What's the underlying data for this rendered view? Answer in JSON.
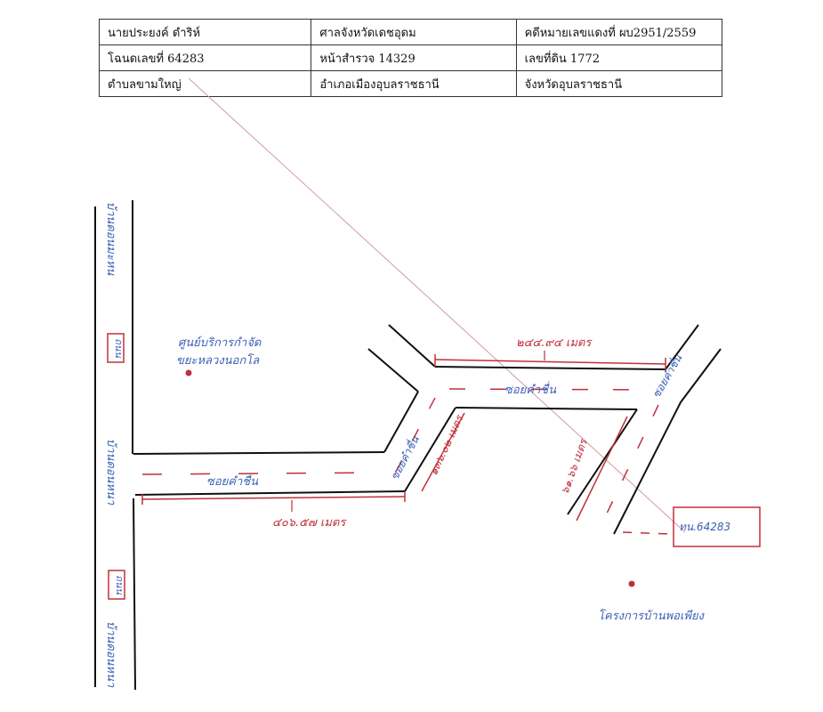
{
  "header_table": {
    "rows": [
      [
        "นายประยงค์ ดำริห์",
        "ศาลจังหวัดเดชอุดม",
        "คดีหมายเลขแดงที่ ผบ2951/2559"
      ],
      [
        "โฉนดเลขที่ 64283",
        "หน้าสำรวจ 14329",
        "เลขที่ดิน 1772"
      ],
      [
        "ตำบลขามใหญ่",
        "อำเภอเมืองอุบลราชธานี",
        "จังหวัดอุบลราชธานี"
      ]
    ]
  },
  "map": {
    "vertical_road_labels": [
      "บ้านดอนมะหน",
      "ถนน",
      "บ้านดอนหนา",
      "ถนน",
      "บ้านดอนหนา"
    ],
    "road_names": {
      "lower_road": "ซอยคำชื่น",
      "diagonal_road": "ซอยคำชื่น",
      "upper_road": "ซอยคำชื่น",
      "right_road_top": "ซอยคำชื่น"
    },
    "distances": {
      "lower": "๔๐๖.๕๗ เมตร",
      "diagonal": "๑๓๖.๐๒ เมตร",
      "upper": "๒๔๔.๙๔ เมตร",
      "right": "๖๑.๖๖ เมตร"
    },
    "landmarks": {
      "upper_left": "ศูนย์บริการกำจัด\nขยะหลวงนอกโล",
      "lower_right": "โครงการบ้านพอเพียง"
    },
    "parcel_label": "ทน.64283",
    "colors": {
      "ink_blue": "#3a5fb5",
      "ink_red": "#c0303a",
      "line_black": "#111111"
    }
  }
}
